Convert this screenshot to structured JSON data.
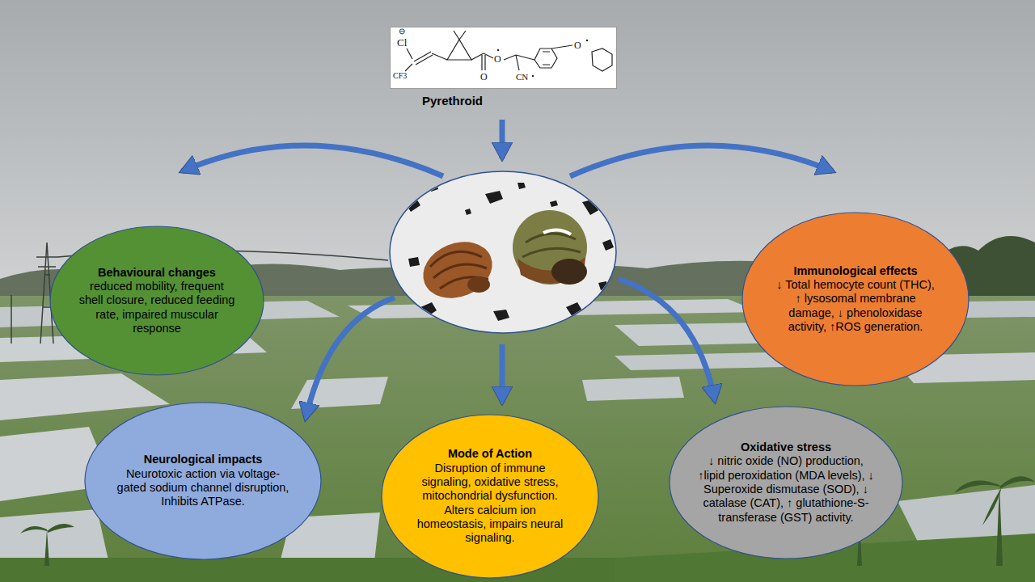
{
  "diagram": {
    "nodes": [
      {
        "text": [
          "Pyrethroid"
        ]
      },
      {
        "text": [
          "Behavioural changes",
          "reduced mobility, frequent shell closure, reduced feeding rate, impaired muscular response"
        ]
      },
      {
        "text": [
          "Immunological effects",
          "↓ Total hemocyte count (THC), ↑ lysosomal membrane damage, ↓ phenoloxidase activity, ↑ROS generation."
        ]
      },
      {
        "text": [
          "Neurological impacts",
          "Neurotoxic action via voltage-gated sodium channel disruption, Inhibits ATPase."
        ]
      },
      {
        "text": [
          "Mode of Action",
          "Disruption of immune signaling, oxidative stress, mitochondrial dysfunction. Alters calcium ion homeostasis, impairs neural signaling."
        ]
      },
      {
        "text": [
          "Oxidative stress",
          "↓ nitric oxide (NO) production, ↑lipid peroxidation (MDA levels), ↓ Superoxide dismutase (SOD), ↓ catalase (CAT), ↑ glutathione-S-transferase (GST) activity."
        ]
      }
    ],
    "labels": [
      "⊖",
      "Cl",
      "CF3",
      "O",
      "O",
      "CN",
      "O"
    ]
  }
}
